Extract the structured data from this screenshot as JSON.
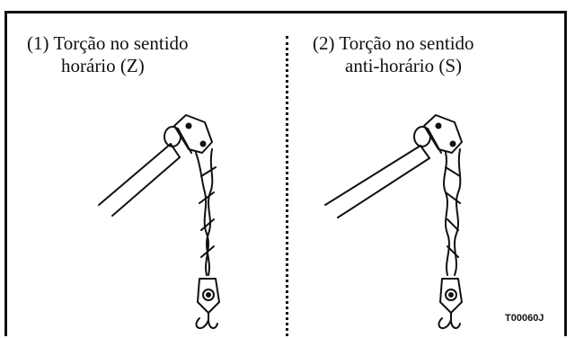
{
  "panels": [
    {
      "number": "(1)",
      "line1": "Torção no sentido",
      "line2": "horário (Z)",
      "twist": "Z"
    },
    {
      "number": "(2)",
      "line1": "Torção no sentido",
      "line2": "anti-horário (S)",
      "twist": "S"
    }
  ],
  "figure_code": "T00060J",
  "colors": {
    "ink": "#111111",
    "background": "#ffffff"
  }
}
